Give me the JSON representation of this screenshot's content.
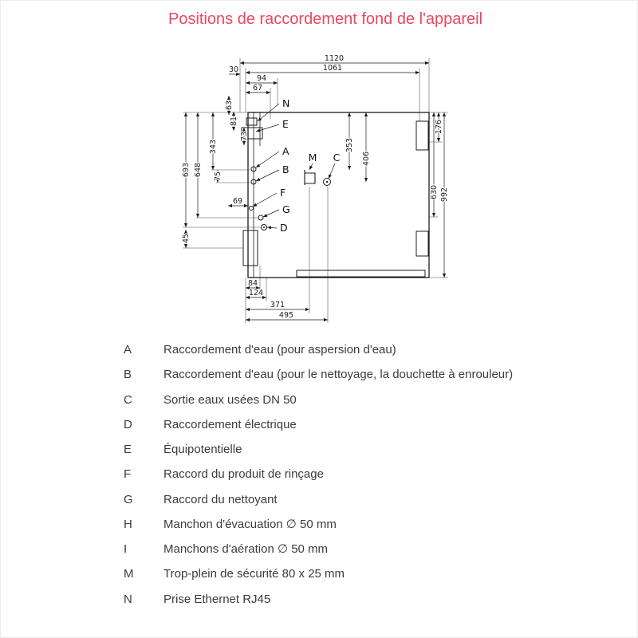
{
  "page": {
    "title": "Positions de raccordement fond de l'appareil"
  },
  "diagram": {
    "dims": {
      "d1120": "1120",
      "d1061": "1061",
      "d30": "30",
      "d94": "94",
      "d67": "67",
      "d63": "63",
      "d81": "81",
      "d73": "73",
      "d343": "343",
      "d75": "75",
      "d648": "648",
      "d693": "693",
      "d69": "69",
      "d45": "45",
      "d84": "84",
      "d124": "124",
      "d371": "371",
      "d495": "495",
      "d353": "353",
      "d406": "406",
      "d176": "176",
      "d630": "630",
      "d992": "992"
    },
    "points": {
      "A": "A",
      "B": "B",
      "C": "C",
      "D": "D",
      "E": "E",
      "F": "F",
      "G": "G",
      "M": "M",
      "N": "N"
    }
  },
  "legend": {
    "items": [
      {
        "key": "A",
        "label": "Raccordement d'eau (pour aspersion d'eau)"
      },
      {
        "key": "B",
        "label": "Raccordement d'eau (pour le nettoyage, la douchette à enrouleur)"
      },
      {
        "key": "C",
        "label": "Sortie eaux usées DN 50"
      },
      {
        "key": "D",
        "label": "Raccordement électrique"
      },
      {
        "key": "E",
        "label": "Équipotentielle"
      },
      {
        "key": "F",
        "label": "Raccord du produit de rinçage"
      },
      {
        "key": "G",
        "label": "Raccord du nettoyant"
      },
      {
        "key": "H",
        "label": "Manchon d'évacuation ∅ 50 mm"
      },
      {
        "key": "I",
        "label": "Manchons d'aération ∅ 50 mm"
      },
      {
        "key": "M",
        "label": "Trop-plein de sécurité 80 x 25 mm"
      },
      {
        "key": "N",
        "label": "Prise Ethernet RJ45"
      }
    ]
  }
}
